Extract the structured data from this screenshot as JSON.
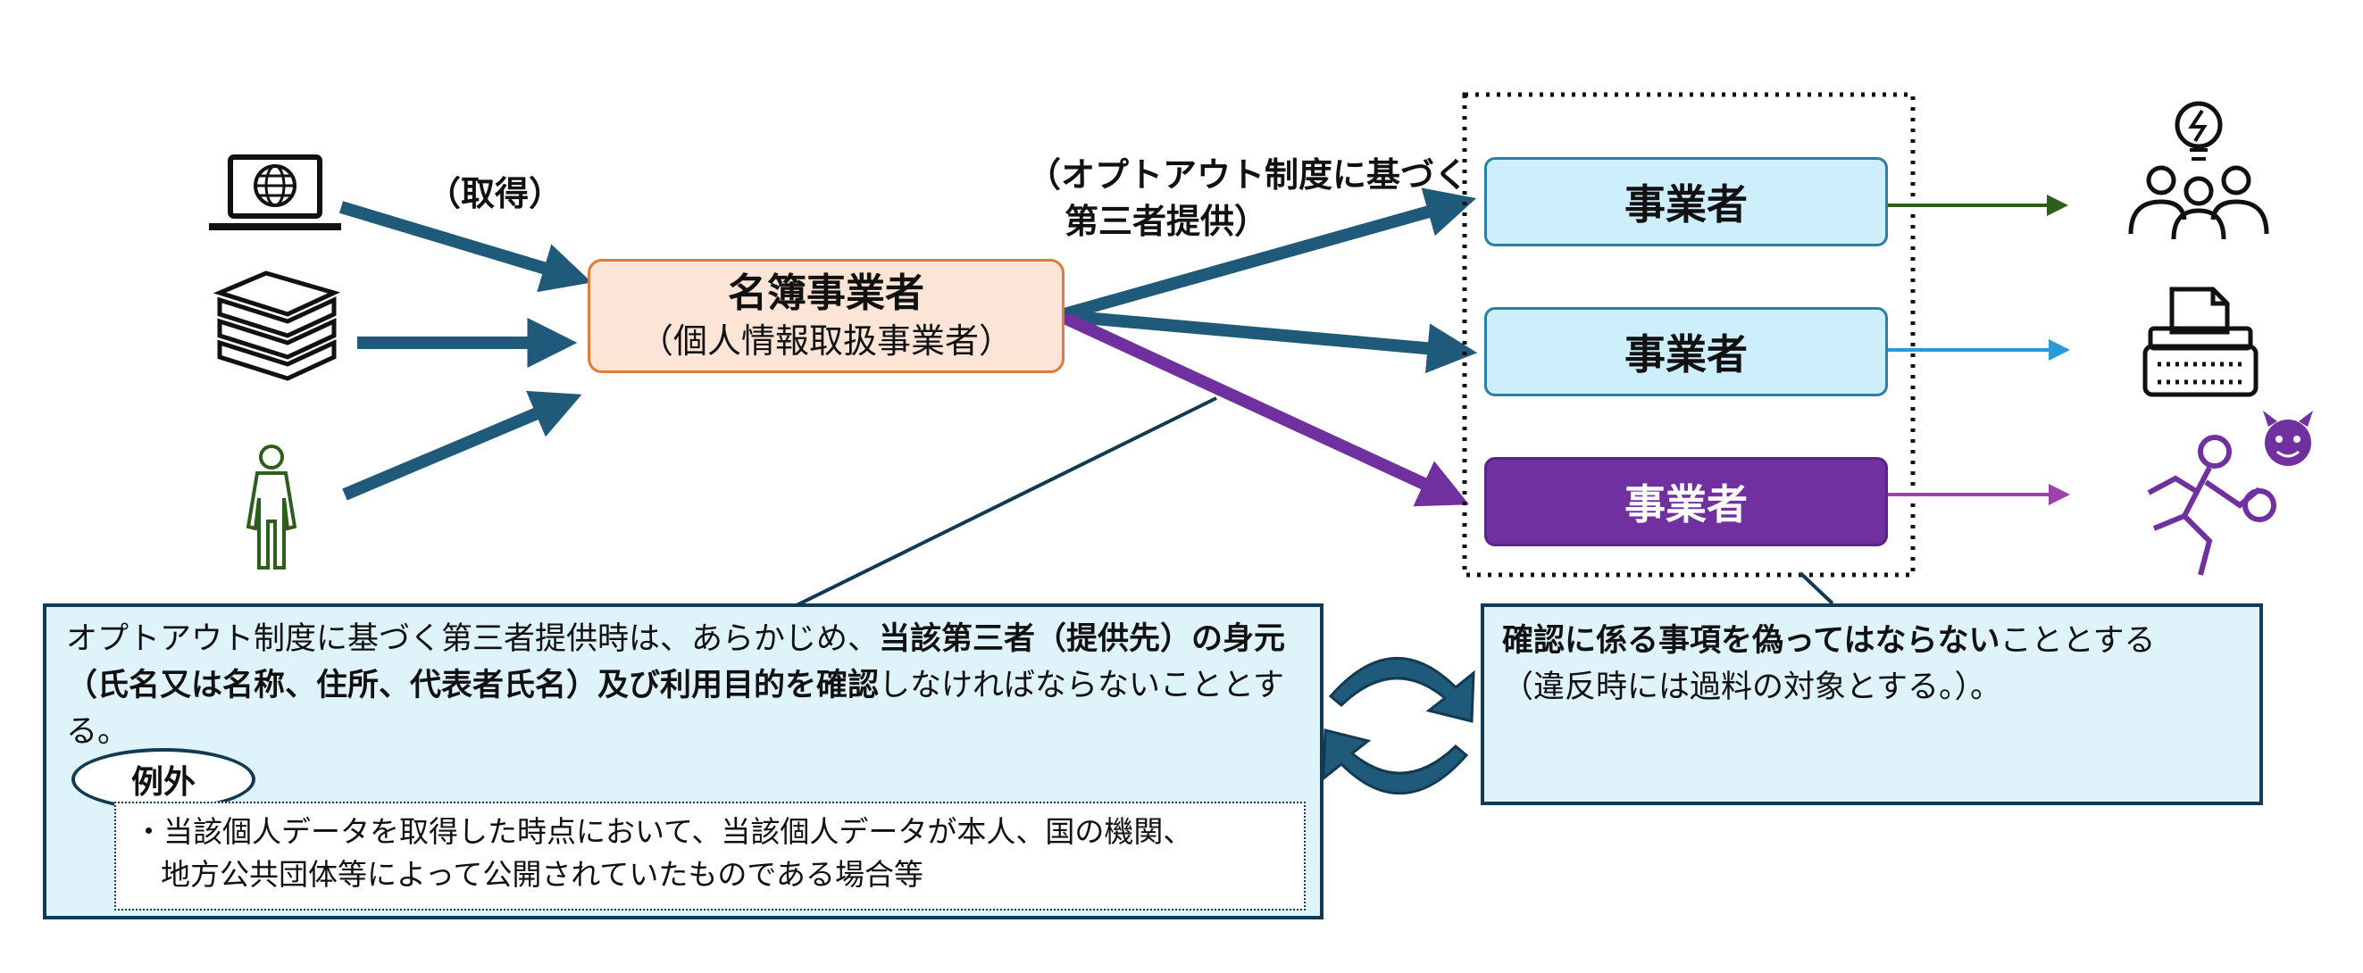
{
  "labels": {
    "acquisition": "（取得）",
    "optout_line1": "（オプトアウト制度に基づく",
    "optout_line2": "第三者提供）"
  },
  "meibo": {
    "title": "名簿事業者",
    "subtitle": "（個人情報取扱事業者）"
  },
  "recipients": [
    {
      "label": "事業者",
      "style": "normal"
    },
    {
      "label": "事業者",
      "style": "normal"
    },
    {
      "label": "事業者",
      "style": "malicious"
    }
  ],
  "sources": [
    "laptop-globe-icon",
    "books-icon",
    "person-icon"
  ],
  "outcomes": [
    "people-idea-icon",
    "typewriter-icon",
    "thief-devil-icon"
  ],
  "left_note": {
    "text1": "オプトアウト制度に基づく第三者提供時は、あらかじめ、",
    "bold1": "当該第三者（提供先）の身元（氏名又は名称、住所、代表者氏名）及び利用目的を確認",
    "text2": "しなければならないこととする。",
    "exception_label": "例外",
    "exception_line1": "・当該個人データを取得した時点において、当該個人データが本人、国の機関、",
    "exception_line2": "地方公共団体等によって公開されていたものである場合等"
  },
  "right_note": {
    "bold": "確認に係る事項を偽ってはならない",
    "text": "こととする",
    "sub": "（違反時には過料の対象とする。）。"
  },
  "colors": {
    "arrow_dark": "#1f5a7a",
    "arrow_purple": "#7030a0",
    "meibo_fill": "#fce4d6",
    "meibo_border": "#e07b39",
    "biz_fill": "#cdeefb",
    "biz_purple": "#7030a0",
    "note_fill": "#dff3fb",
    "green_arrow": "#2e5e1e",
    "blue_arrow": "#2a9ad6"
  }
}
